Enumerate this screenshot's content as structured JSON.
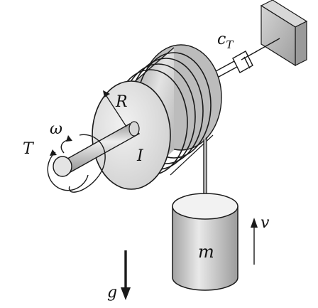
{
  "labels": {
    "damper": "c",
    "damper_sub": "T",
    "radius": "R",
    "omega": "ω",
    "torque": "T",
    "inertia": "I",
    "velocity": "v",
    "mass": "m",
    "gravity": "g"
  },
  "colors": {
    "background": "#ffffff",
    "outline": "#1a1a1a",
    "metal_light": "#e6e6e6",
    "metal_mid": "#c4c4c4",
    "metal_dark": "#8f8f8f",
    "wall": "#bdbdbd"
  }
}
